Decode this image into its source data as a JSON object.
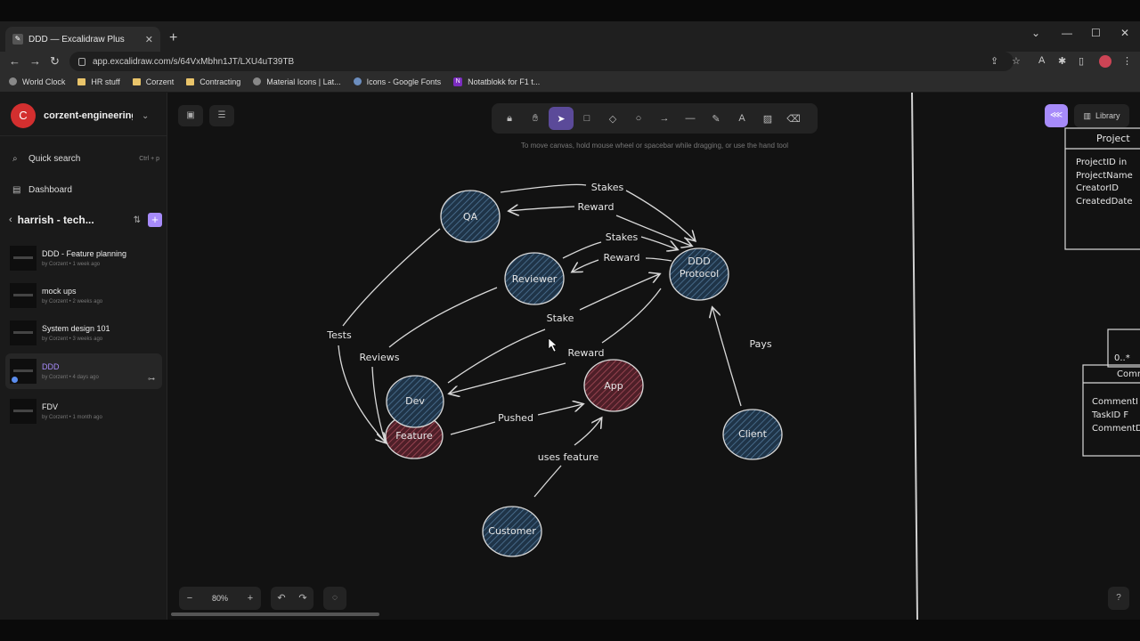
{
  "browser": {
    "tab_title": "DDD — Excalidraw Plus",
    "tab_favicon": "excalidraw-icon",
    "url": "app.excalidraw.com/s/64VxMbhn1JT/LXU4uT39TB",
    "bookmarks": [
      {
        "label": "World Clock",
        "icon": "globe-icon"
      },
      {
        "label": "HR stuff",
        "icon": "folder-icon"
      },
      {
        "label": "Corzent",
        "icon": "folder-icon"
      },
      {
        "label": "Contracting",
        "icon": "folder-icon"
      },
      {
        "label": "Material Icons | Lat...",
        "icon": "globe-icon"
      },
      {
        "label": "Icons - Google Fonts",
        "icon": "globe-icon"
      },
      {
        "label": "Notatblokk for F1 t...",
        "icon": "notion-icon"
      }
    ]
  },
  "sidebar": {
    "workspace_initial": "C",
    "workspace_name": "corzent-engineering",
    "quick_search": "Quick search",
    "quick_search_kbd": "Ctrl + p",
    "dashboard": "Dashboard",
    "collection_name": "harrish - tech...",
    "scenes": [
      {
        "title": "DDD - Feature planning",
        "by": "by Corzent • 1 week ago",
        "active": false
      },
      {
        "title": "mock ups",
        "by": "by Corzent • 2 weeks ago",
        "active": false
      },
      {
        "title": "System design 101",
        "by": "by Corzent • 3 weeks ago",
        "active": false
      },
      {
        "title": "DDD",
        "by": "by Corzent • 4 days ago",
        "active": true
      },
      {
        "title": "FDV",
        "by": "by Corzent • 1 month ago",
        "active": false
      }
    ]
  },
  "toolbar": {
    "tools": [
      "lock-icon",
      "hand-icon",
      "pointer-icon",
      "rectangle-icon",
      "diamond-icon",
      "ellipse-icon",
      "arrow-icon",
      "line-icon",
      "pencil-icon",
      "text-icon",
      "image-icon",
      "eraser-icon"
    ],
    "active_tool": "pointer-icon",
    "hint": "To move canvas, hold mouse wheel or spacebar while dragging, or use the hand tool"
  },
  "right_controls": {
    "library": "Library"
  },
  "zoom": {
    "value": "80%"
  },
  "diagram": {
    "nodes": {
      "qa": "QA",
      "reviewer": "Reviewer",
      "ddd": [
        "DDD",
        "Protocol"
      ],
      "dev": "Dev",
      "feature": "Feature",
      "app": "App",
      "client": "Client",
      "customer": "Customer"
    },
    "edges": {
      "stakes1": "Stakes",
      "reward1": "Reward",
      "stakes2": "Stakes",
      "reward2": "Reward",
      "stake": "Stake",
      "reward3": "Reward",
      "tests": "Tests",
      "reviews": "Reviews",
      "pushed": "Pushed",
      "uses_feature": "uses feature",
      "pays": "Pays"
    },
    "colors": {
      "blue_node": "#2d4a63",
      "red_node": "#7a2f3b",
      "stroke": "#d9d9d9"
    }
  },
  "side_frame": {
    "project_title": "Project",
    "project_fields": [
      "ProjectID in",
      "ProjectName",
      "CreatorID",
      "CreatedDate"
    ],
    "multiplicity": "0..*",
    "comment_title": "Comm",
    "comment_fields": [
      "CommentI",
      "TaskID F",
      "CommentD"
    ]
  }
}
